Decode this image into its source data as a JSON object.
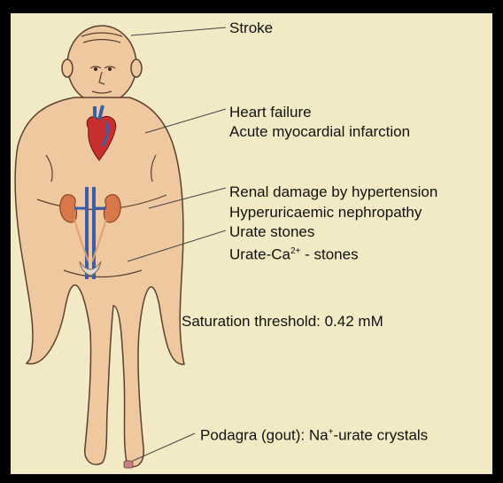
{
  "labels": {
    "stroke": "Stroke",
    "heart_failure": "Heart failure",
    "acute_mi": "Acute myocardial infarction",
    "renal_damage": "Renal damage by hypertension",
    "hyperuricaemic": "Hyperuricaemic nephropathy",
    "urate_stones": "Urate stones",
    "urate_ca_prefix": "Urate-Ca",
    "urate_ca_sup": "2+",
    "urate_ca_suffix": " - stones",
    "saturation": "Saturation threshold: 0.42 mM",
    "podagra_prefix": "Podagra (gout): Na",
    "podagra_sup": "+",
    "podagra_suffix": "-urate crystals"
  },
  "colors": {
    "background": "#f2eac4",
    "frame": "#000000",
    "skin": "#f0c8a0",
    "skin_outline": "#5a4030",
    "heart_red": "#c83030",
    "vessel_blue": "#3a5fa8",
    "kidney": "#d8774a",
    "gout_spot": "#c88080"
  },
  "icons": {
    "body": "human-body-figure-icon",
    "heart": "heart-icon",
    "kidneys": "kidneys-icon",
    "bladder": "bladder-icon"
  }
}
